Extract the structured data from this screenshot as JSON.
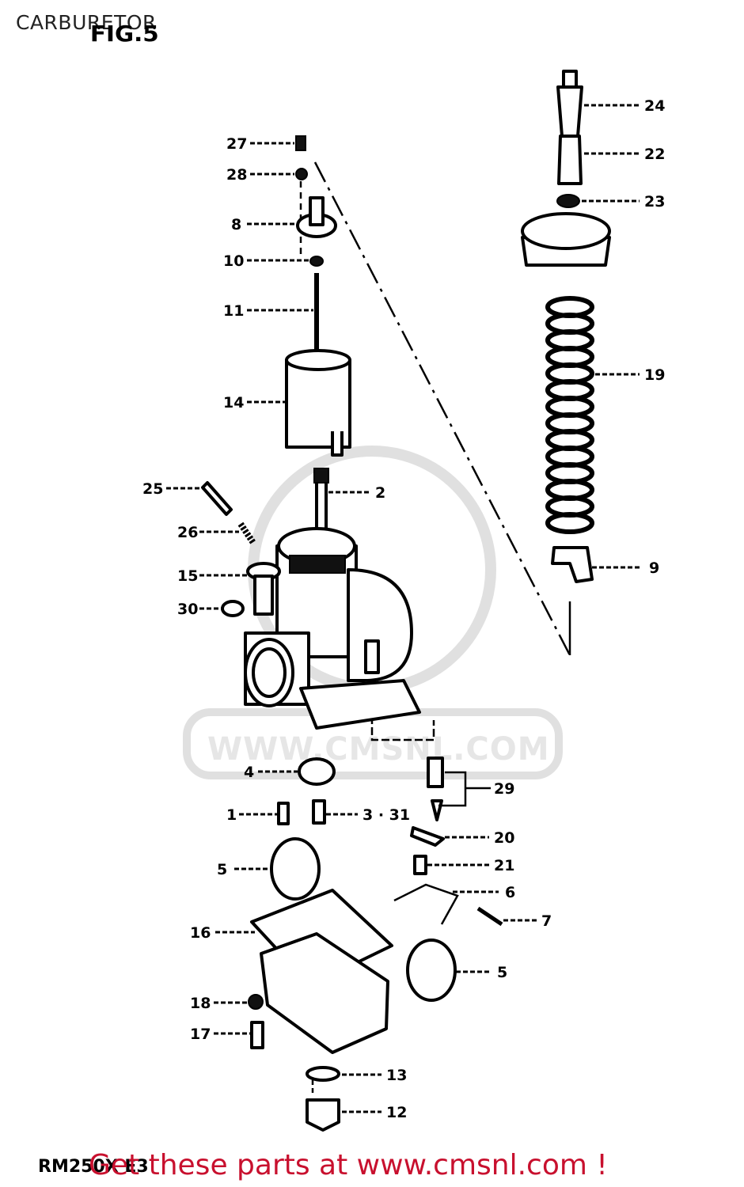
{
  "title": "CARBURETOR",
  "figure_label": "FIG.5",
  "model_code": "RM250X E3",
  "cta_text": "Get these parts at www.cmsnl.com !",
  "watermark_text": "WWW.CMSNL.COM",
  "accent_color": "#c8102e",
  "callouts": {
    "c1": "1",
    "c2": "2",
    "c3": "3 · 31",
    "c4": "4",
    "c5a": "5",
    "c5b": "5",
    "c6": "6",
    "c7": "7",
    "c8": "8",
    "c9": "9",
    "c10": "10",
    "c11": "11",
    "c12": "12",
    "c13": "13",
    "c14": "14",
    "c15": "15",
    "c16": "16",
    "c17": "17",
    "c18": "18",
    "c19": "19",
    "c20": "20",
    "c21": "21",
    "c22": "22",
    "c23": "23",
    "c24": "24",
    "c25": "25",
    "c26": "26",
    "c27": "27",
    "c28": "28",
    "c29": "29",
    "c30": "30"
  }
}
